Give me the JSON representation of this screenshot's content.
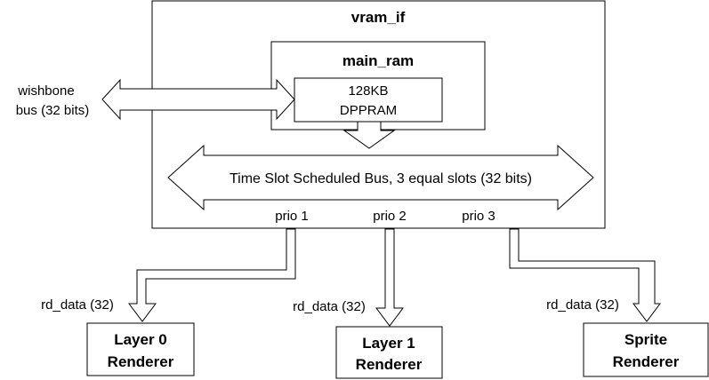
{
  "diagram": {
    "outer_block": {
      "title": "vram_if"
    },
    "ram_block": {
      "title": "main_ram"
    },
    "memory": {
      "line1": "128KB",
      "line2": "DPPRAM"
    },
    "external_bus": {
      "line1": "wishbone",
      "line2": "bus (32 bits)"
    },
    "scheduled_bus": {
      "label": "Time Slot Scheduled Bus, 3 equal slots (32 bits)"
    },
    "priorities": {
      "p1": "prio 1",
      "p2": "prio 2",
      "p3": "prio 3"
    },
    "read_ports": {
      "p0": "rd_data (32)",
      "p1": "rd_data (32)",
      "p2": "rd_data (32)"
    },
    "renderers": {
      "layer0": {
        "line1": "Layer 0",
        "line2": "Renderer"
      },
      "layer1": {
        "line1": "Layer 1",
        "line2": "Renderer"
      },
      "sprite": {
        "line1": "Sprite",
        "line2": "Renderer"
      }
    }
  }
}
